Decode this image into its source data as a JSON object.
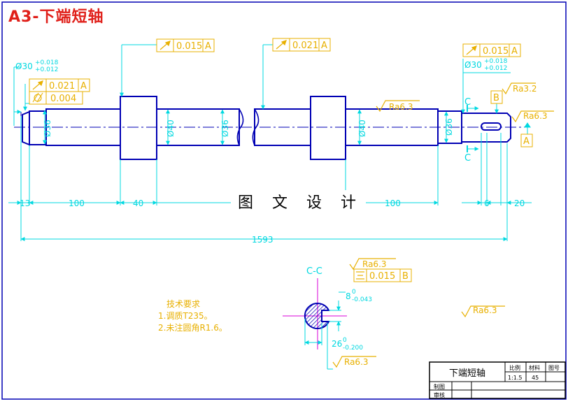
{
  "drawing": {
    "title": "A3-下端短轴",
    "watermark": "图 文 设 计",
    "technical_requirements": {
      "heading": "技术要求",
      "items": [
        "1.调质T235。",
        "2.未注圆角R1.6。"
      ]
    },
    "tolerances": {
      "runout_1": {
        "value": "0.015",
        "datum": "A"
      },
      "runout_2": {
        "value": "0.021",
        "datum": "A"
      },
      "runout_3": {
        "value": "0.021",
        "datum": "A"
      },
      "cylindricity": {
        "value": "0.004"
      },
      "runout_4": {
        "value": "0.015",
        "datum": "A"
      },
      "symmetry": {
        "value": "0.015",
        "datum": "B"
      }
    },
    "fits": {
      "left_base": "Ø30",
      "left_upper": "+0.018",
      "left_lower": "+0.012",
      "right_base": "Ø30",
      "right_upper": "+0.018",
      "right_lower": "+0.012"
    },
    "diameters": [
      "Ø36",
      "Ø40",
      "Ø36",
      "Ø40",
      "Ø36"
    ],
    "roughness": {
      "mid": "Ra6.3",
      "right_top": "Ra3.2",
      "right_end": "Ra6.3",
      "section_top": "Ra6.3",
      "section_bottom": "Ra6.3",
      "general": "Ra6.3"
    },
    "datums": {
      "a": "A",
      "b": "B"
    },
    "section": {
      "label": "C-C",
      "cut_top": "C",
      "cut_bottom": "C",
      "width_base": "8",
      "width_upper": "0",
      "width_lower": "-0.043",
      "depth_base": "26",
      "depth_upper": "0",
      "depth_lower": "-0.200"
    },
    "dimensions": {
      "d13": "13",
      "d100a": "100",
      "d40": "40",
      "d100b": "100",
      "d6": "6",
      "d20": "20",
      "total": "1593"
    },
    "title_block": {
      "part_name": "下端短轴",
      "scale_header": "比例",
      "material_header": "材料",
      "drawing_no_header": "图号",
      "scale_value": "1:1.5",
      "material_value": "45",
      "drawn_by": "制图",
      "checked_by": "审核"
    },
    "colors": {
      "outline": "#0000b4",
      "dimension": "#00d8e0",
      "title": "#e0201a",
      "frame": "#0000b4",
      "yellow": "#e8b000",
      "magenta": "#d800d8"
    }
  }
}
